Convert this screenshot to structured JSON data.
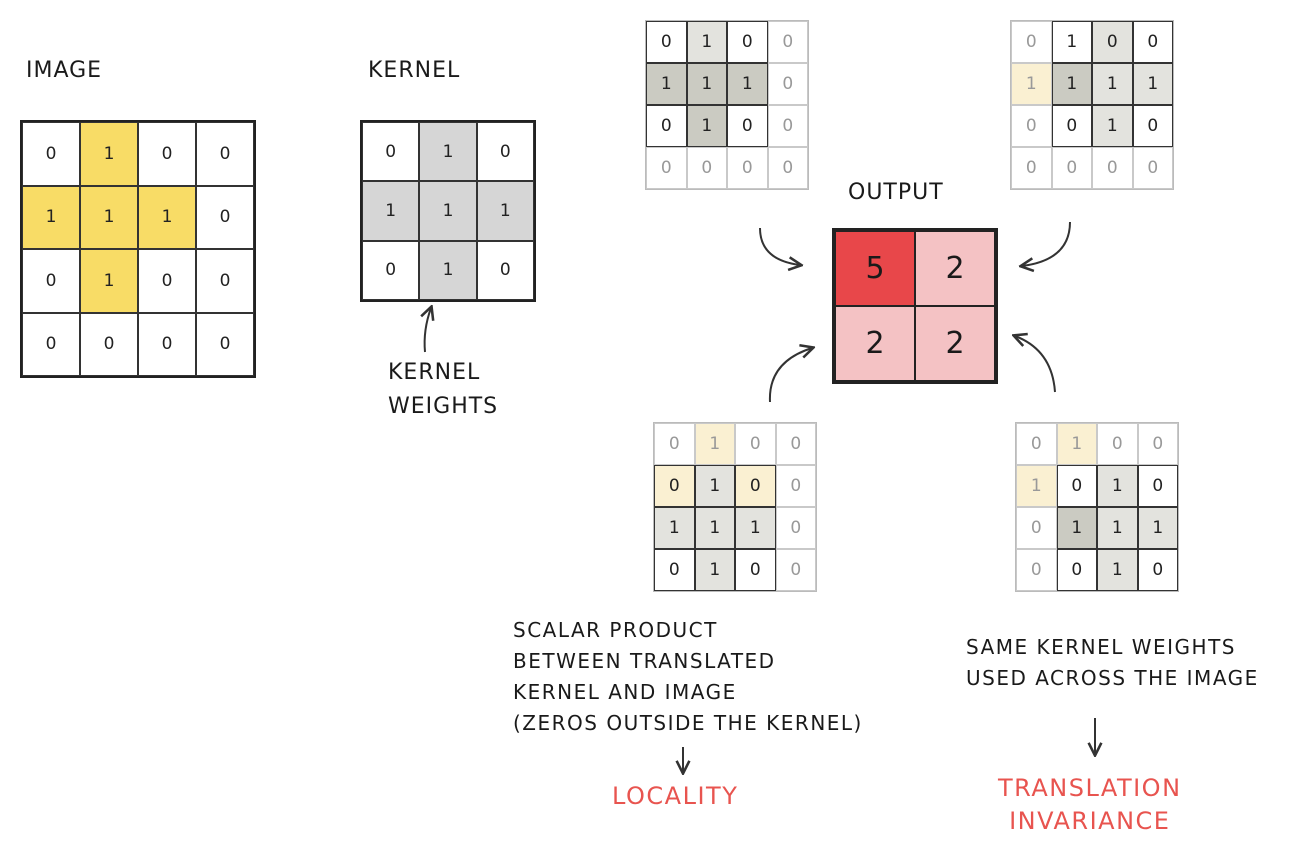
{
  "labels": {
    "image": "IMAGE",
    "kernel": "KERNEL",
    "kernel_weights_line1": "KERNEL",
    "kernel_weights_line2": "WEIGHTS",
    "output": "OUTPUT"
  },
  "image_grid": [
    [
      "0",
      "1",
      "0",
      "0"
    ],
    [
      "1",
      "1",
      "1",
      "0"
    ],
    [
      "0",
      "1",
      "0",
      "0"
    ],
    [
      "0",
      "0",
      "0",
      "0"
    ]
  ],
  "kernel_grid": [
    [
      "0",
      "1",
      "0"
    ],
    [
      "1",
      "1",
      "1"
    ],
    [
      "0",
      "1",
      "0"
    ]
  ],
  "output_grid": [
    [
      "5",
      "2"
    ],
    [
      "2",
      "2"
    ]
  ],
  "note_left": {
    "line1": "SCALAR PRODUCT",
    "line2": "BETWEEN TRANSLATED",
    "line3": "KERNEL AND IMAGE",
    "line4": "(ZEROS OUTSIDE THE KERNEL)"
  },
  "note_right": {
    "line1": "SAME KERNEL WEIGHTS",
    "line2": "USED ACROSS THE IMAGE"
  },
  "concepts": {
    "locality": "LOCALITY",
    "translation_line1": "TRANSLATION",
    "translation_line2": "INVARIANCE"
  },
  "colors": {
    "image_highlight": "#f8dc66",
    "kernel_highlight": "#d6d6d6",
    "output_max": "#e8474a",
    "output_other": "#f4c2c4",
    "accent_text": "#e8544f"
  }
}
